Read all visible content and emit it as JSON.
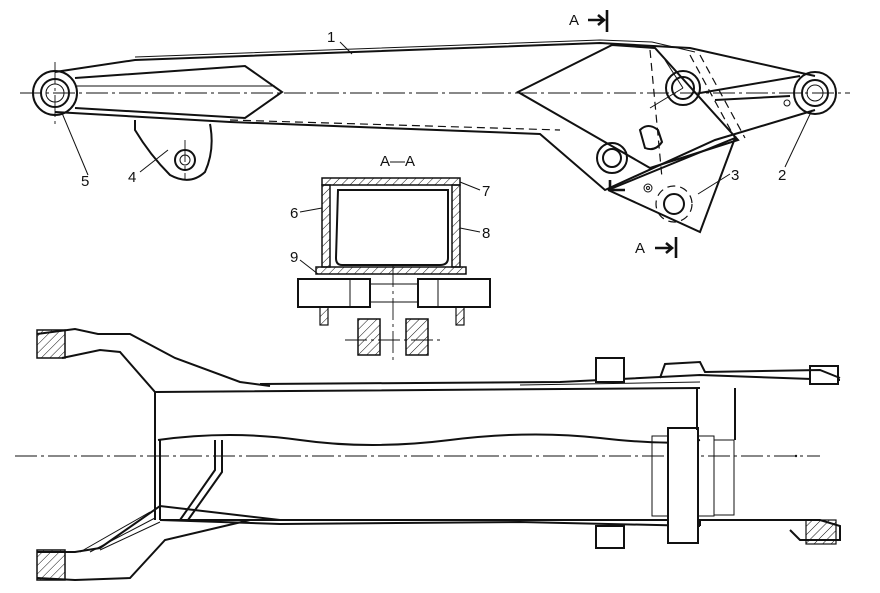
{
  "labels": {
    "part1": "1",
    "part2": "2",
    "part3": "3",
    "part4": "4",
    "part5": "5",
    "part6": "6",
    "part7": "7",
    "part8": "8",
    "part9": "9"
  },
  "section": {
    "title": "A—A",
    "marker_top": "A",
    "marker_bottom": "A"
  }
}
